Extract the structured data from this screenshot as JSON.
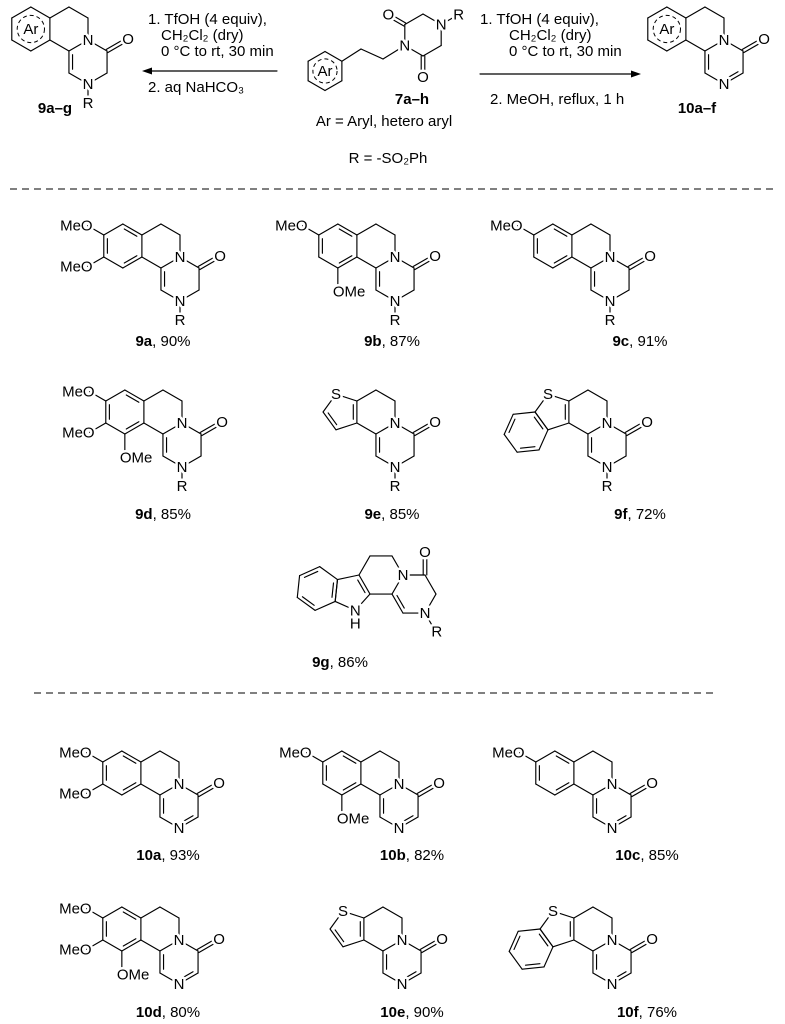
{
  "scheme": {
    "left_conditions": {
      "line1": "1. TfOH (4 equiv),",
      "line2": "CH₂Cl₂ (dry)",
      "line3": "0 °C to rt, 30 min",
      "step2": "2. aq NaHCO₃"
    },
    "right_conditions": {
      "line1": "1. TfOH (4 equiv),",
      "line2": "CH₂Cl₂ (dry)",
      "line3": "0 °C to rt, 30 min",
      "step2": "2. MeOH, reflux, 1 h"
    },
    "starting_material_label": "7a–h",
    "product_9_label": "9a–g",
    "product_10_label": "10a–f",
    "ar_definition": "Ar = Aryl, hetero aryl",
    "r_definition": "R = -SO₂Ph"
  },
  "atom_labels": {
    "nitrogen": "N",
    "oxygen": "O",
    "sulfur": "S",
    "r_group": "R",
    "hydrogen": "H",
    "aryl": "Ar",
    "methoxy_left": "MeO",
    "methoxy_right": "OMe"
  },
  "compounds": [
    {
      "id": "9a",
      "yield": "90%"
    },
    {
      "id": "9b",
      "yield": "87%"
    },
    {
      "id": "9c",
      "yield": "91%"
    },
    {
      "id": "9d",
      "yield": "85%"
    },
    {
      "id": "9e",
      "yield": "85%"
    },
    {
      "id": "9f",
      "yield": "72%"
    },
    {
      "id": "9g",
      "yield": "86%"
    },
    {
      "id": "10a",
      "yield": "93%"
    },
    {
      "id": "10b",
      "yield": "82%"
    },
    {
      "id": "10c",
      "yield": "85%"
    },
    {
      "id": "10d",
      "yield": "80%"
    },
    {
      "id": "10e",
      "yield": "90%"
    },
    {
      "id": "10f",
      "yield": "76%"
    }
  ]
}
